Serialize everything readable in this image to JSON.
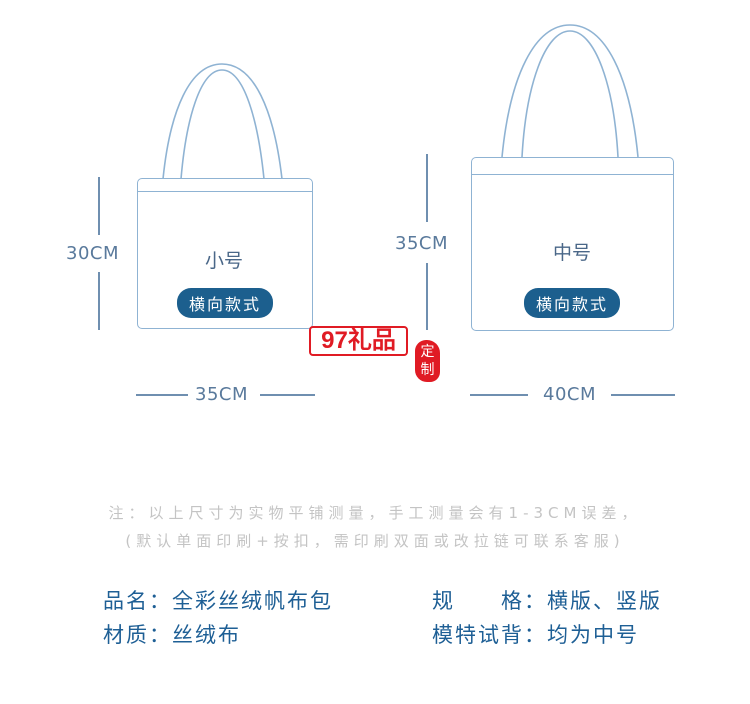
{
  "bags": {
    "small": {
      "name": "小号",
      "style_badge": "横向款式",
      "height_label": "30CM",
      "width_label": "35CM"
    },
    "medium": {
      "name": "中号",
      "style_badge": "横向款式",
      "height_label": "35CM",
      "width_label": "40CM"
    }
  },
  "watermark": {
    "logo_text": "97礼品",
    "seal_text_top": "定",
    "seal_text_bottom": "制"
  },
  "note": {
    "line1": "注：以上尺寸为实物平铺测量，手工测量会有1-3CM误差，",
    "line2": "(默认单面印刷+按扣，需印刷双面或改拉链可联系客服)"
  },
  "specs": {
    "product_name": "品名：全彩丝绒帆布包",
    "material": "材质：丝绒布",
    "format_label": "规　　格：",
    "format_value": "横版、竖版",
    "model_label": "模特试背：",
    "model_value": "均为中号"
  },
  "colors": {
    "outline": "#8fb3d3",
    "badge": "#1c5f8e",
    "dimension": "#5a7a9c",
    "spec_text": "#1e5f95",
    "note_text": "#c4c4c4",
    "logo_red": "#e01b24"
  }
}
